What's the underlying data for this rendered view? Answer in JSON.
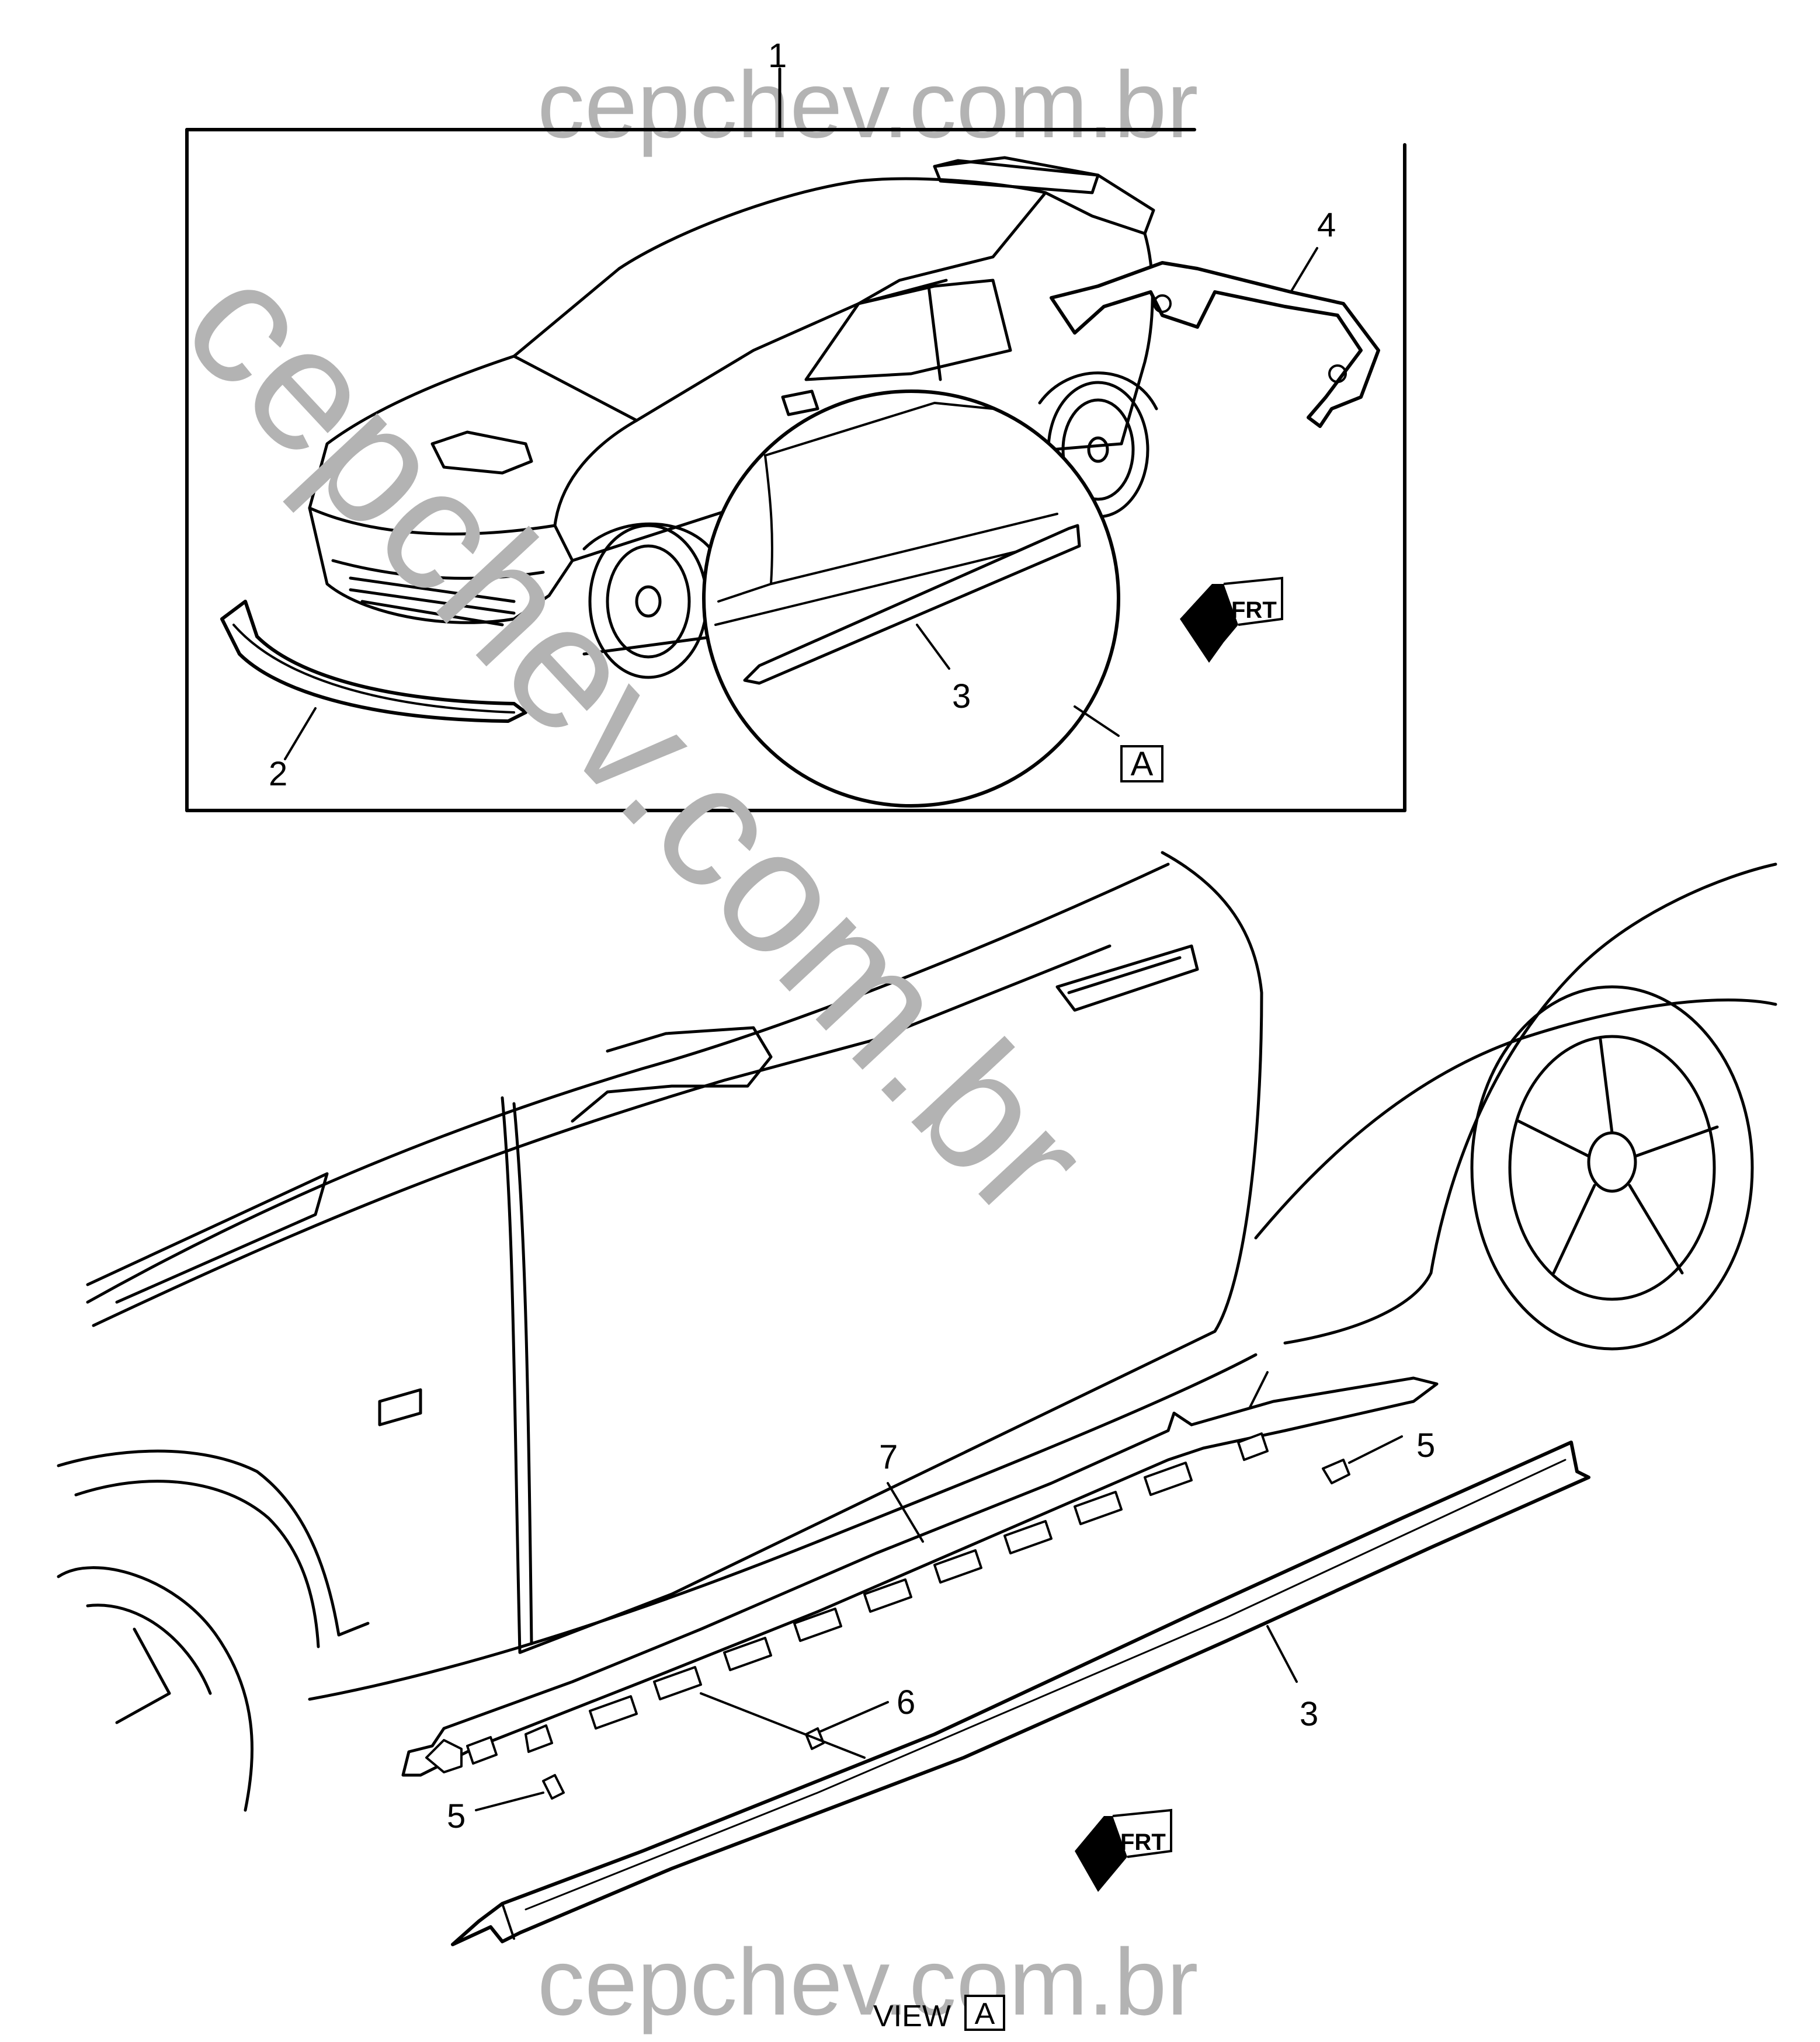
{
  "watermark": {
    "top": "cepchev.com.br",
    "diagonal": "cepchev.com.br",
    "bottom": "cepchev.com.br"
  },
  "callouts": {
    "c1": "1",
    "c2": "2",
    "c3_detail": "3",
    "c4": "4",
    "c5_right": "5",
    "c5_left": "5",
    "c6": "6",
    "c7": "7",
    "c3_view": "3"
  },
  "detail_marker": "A",
  "view_label": {
    "text": "VIEW",
    "box": "A"
  },
  "frt_label": {
    "top": "FRT",
    "bottom": "FRT"
  }
}
